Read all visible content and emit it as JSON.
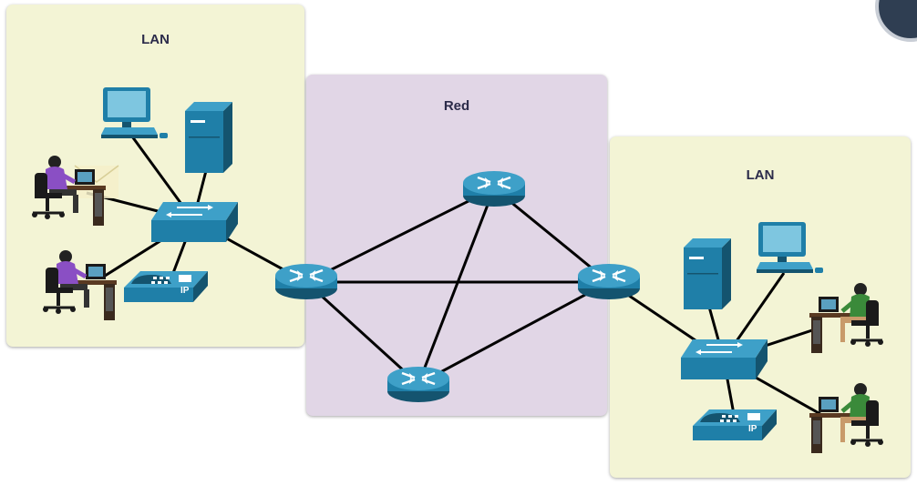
{
  "zones": {
    "lan_left": {
      "label": "LAN",
      "color": "#f3f4d5"
    },
    "network": {
      "label": "Red",
      "color": "#e1d6e6"
    },
    "lan_right": {
      "label": "LAN",
      "color": "#f3f4d5"
    }
  },
  "phone_label": "IP",
  "colors": {
    "device_blue": "#1f7fa8",
    "device_dark": "#14546f",
    "device_light": "#3ea0c8",
    "link": "#000000"
  },
  "icons": [
    "pc-icon",
    "server-icon",
    "switch-icon",
    "router-icon",
    "ip-phone-icon",
    "person-at-desk-icon",
    "envelope-icon"
  ]
}
